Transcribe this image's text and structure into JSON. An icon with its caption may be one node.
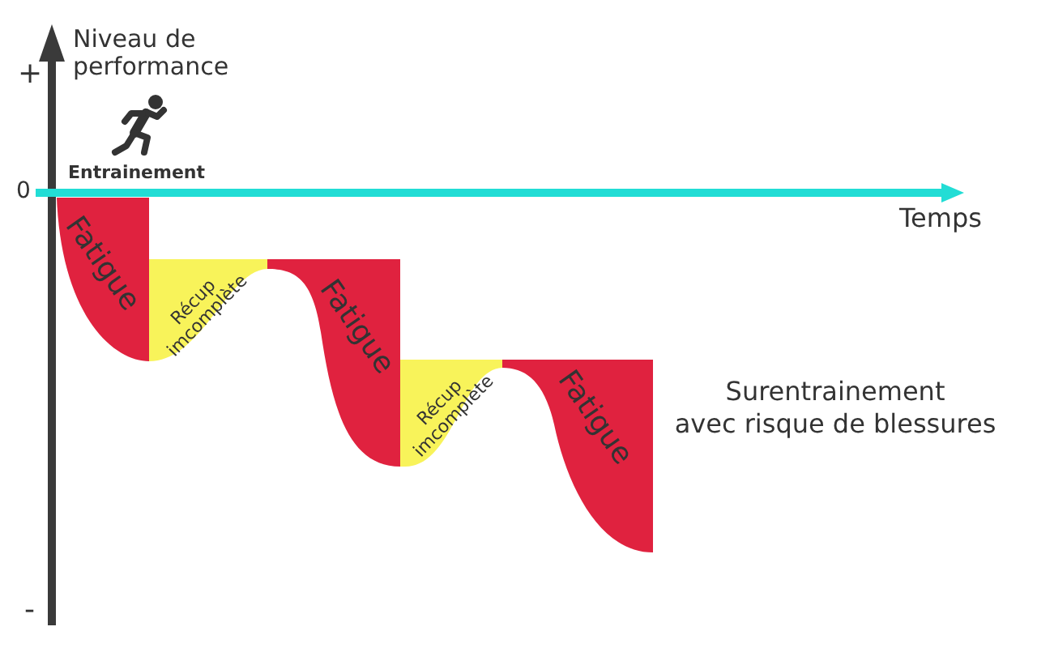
{
  "diagram": {
    "nodes": [
      {
        "text": [
          "Fatigue"
        ]
      },
      {
        "text": [
          "Récup imcomplète"
        ]
      },
      {
        "text": [
          "Fatigue"
        ]
      },
      {
        "text": [
          "Récup imcomplète"
        ]
      },
      {
        "text": [
          "Fatigue"
        ]
      }
    ],
    "labels": [
      "Niveau de performance",
      "+",
      "Entrainement",
      "0",
      "Temps",
      "Surentrainement avec risque de blessures",
      "-"
    ]
  }
}
